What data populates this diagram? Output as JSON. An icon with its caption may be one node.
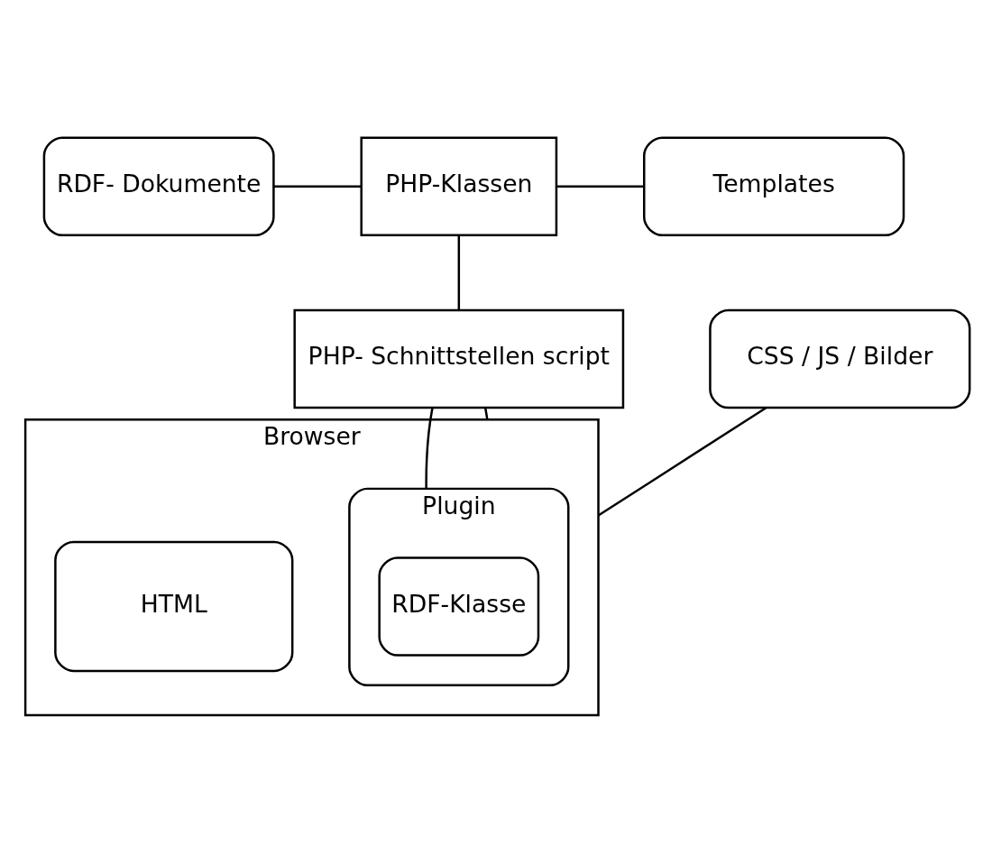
{
  "diagram": {
    "nodes": [
      {
        "text": [
          "RDF- Dokumente"
        ]
      },
      {
        "text": [
          "PHP-Klassen"
        ]
      },
      {
        "text": [
          "Templates"
        ]
      },
      {
        "text": [
          "PHP- Schnittstellen script"
        ]
      },
      {
        "text": [
          "CSS / JS / Bilder"
        ]
      },
      {
        "text": [
          "Browser"
        ]
      },
      {
        "text": [
          "Plugin"
        ],
        "in": 5
      },
      {
        "text": [
          "RDF-Klasse"
        ],
        "in": 6
      },
      {
        "text": [
          "HTML"
        ],
        "in": 5
      }
    ],
    "edges": [
      {
        "from": 0,
        "to": 1,
        "arrow": "none"
      },
      {
        "from": 1,
        "to": 2,
        "arrow": "none"
      },
      {
        "from": 1,
        "to": 3,
        "arrow": "none"
      },
      {
        "from": 3,
        "to": 6,
        "arrow": "none"
      },
      {
        "from": 3,
        "to": 5,
        "arrow": "none"
      },
      {
        "from": 4,
        "to": 5,
        "arrow": "none"
      }
    ]
  }
}
